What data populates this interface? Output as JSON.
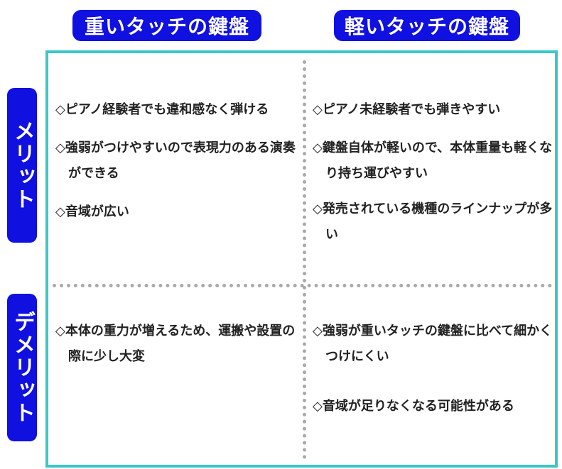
{
  "columns": {
    "heavy": "重いタッチの鍵盤",
    "light": "軽いタッチの鍵盤"
  },
  "rows": {
    "merit": "メリット",
    "demerit": "デメリット"
  },
  "cells": {
    "heavy_merit": [
      "◇ピアノ経験者でも違和感なく弾ける",
      "◇強弱がつけやすいので表現力のある演奏ができる",
      "◇音域が広い"
    ],
    "light_merit": [
      "◇ピアノ未経験者でも弾きやすい",
      "◇鍵盤自体が軽いので、本体重量も軽くなり持ち運びやすい",
      "◇発売されている機種のラインナップが多い"
    ],
    "heavy_demerit": [
      "◇本体の重力が増えるため、運搬や設置の際に少し大変"
    ],
    "light_demerit": [
      "◇強弱が重いタッチの鍵盤に比べて細かくつけにくい",
      "◇音域が足りなくなる可能性がある"
    ]
  },
  "colors": {
    "header_bg": "#1010e0",
    "grid_border": "#3cc7c7",
    "divider": "#a9a9a9"
  }
}
